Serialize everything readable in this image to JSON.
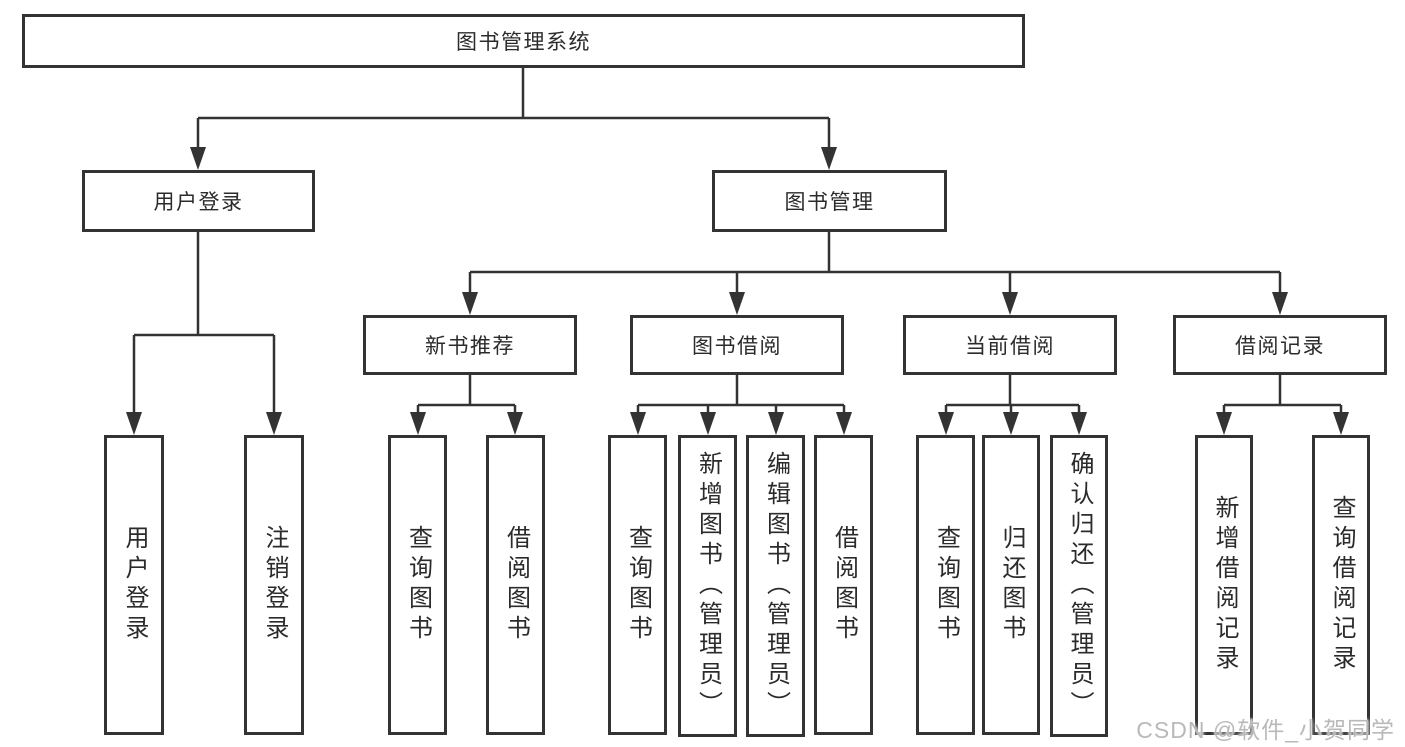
{
  "watermark": "CSDN @软件_小贺同学",
  "colors": {
    "line": "#333333",
    "text": "#2b2b2b",
    "box_background": "#ffffff",
    "watermark": "#b9b9b9"
  },
  "tree": {
    "root": {
      "label": "图书管理系统"
    },
    "branches": [
      {
        "label": "用户登录",
        "children": [
          {
            "label": "用户登录"
          },
          {
            "label": "注销登录"
          }
        ]
      },
      {
        "label": "图书管理",
        "children": [
          {
            "label": "新书推荐",
            "children": [
              {
                "label": "查询图书"
              },
              {
                "label": "借阅图书"
              }
            ]
          },
          {
            "label": "图书借阅",
            "children": [
              {
                "label": "查询图书"
              },
              {
                "label": "新增图书（管理员）"
              },
              {
                "label": "编辑图书（管理员）"
              },
              {
                "label": "借阅图书"
              }
            ]
          },
          {
            "label": "当前借阅",
            "children": [
              {
                "label": "查询图书"
              },
              {
                "label": "归还图书"
              },
              {
                "label": "确认归还（管理员）"
              }
            ]
          },
          {
            "label": "借阅记录",
            "children": [
              {
                "label": "新增借阅记录"
              },
              {
                "label": "查询借阅记录"
              }
            ]
          }
        ]
      }
    ]
  }
}
